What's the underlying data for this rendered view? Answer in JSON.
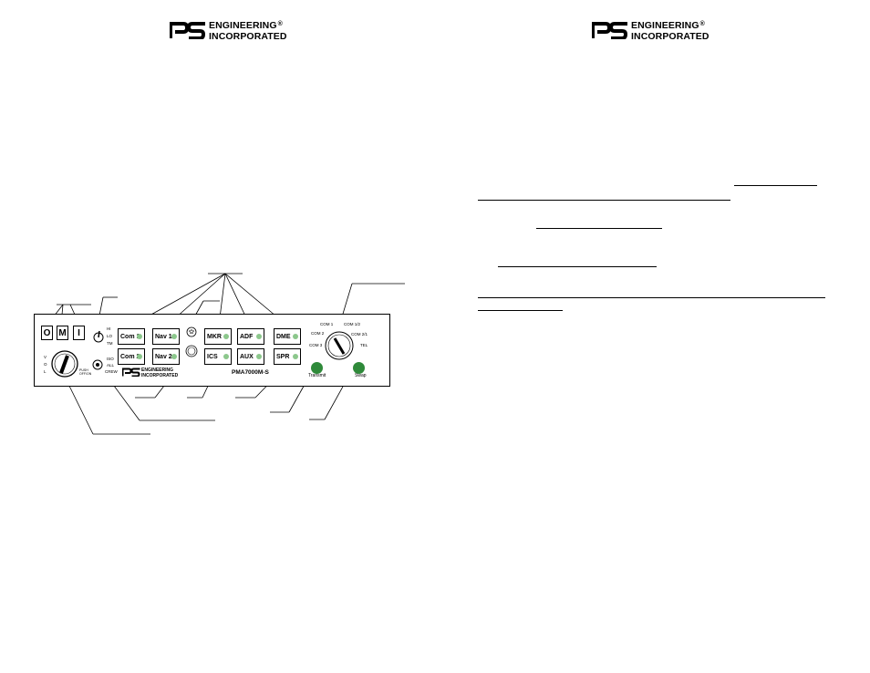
{
  "left_page": {
    "logo": {
      "line1": "ENGINEERING",
      "line2": "INCORPORATED",
      "reg": "®"
    },
    "figure": {
      "model_label": "PMA7000M-S",
      "omi_buttons": [
        "O",
        "M",
        "I"
      ],
      "vol_letters": [
        "V",
        "O",
        "L"
      ],
      "push_label": "PUSH\nOFF/ON",
      "mode_switch_labels": [
        "HI",
        "LO",
        "TM"
      ],
      "iso_labels": [
        "ISO",
        "ALL",
        "CREW"
      ],
      "audio_buttons_row1": [
        "Com 1",
        "Nav 1",
        "MKR",
        "ADF",
        "DME"
      ],
      "audio_buttons_row2": [
        "Com 2",
        "Nav 2",
        "ICS",
        "AUX",
        "SPR"
      ],
      "selector_positions": [
        "COM 1",
        "COM 1/2",
        "COM 2",
        "COM 2/1",
        "COM 3",
        "TEL"
      ],
      "transmit_label": "Transmit",
      "swap_label": "Swap",
      "panel_logo": {
        "line1": "ENGINEERING",
        "line2": "INCORPORATED"
      }
    }
  },
  "right_page": {
    "logo": {
      "line1": "ENGINEERING",
      "line2": "INCORPORATED",
      "reg": "®"
    }
  },
  "colors": {
    "led": "#8cc78c",
    "green_button": "#2f8a3a",
    "ink": "#000000"
  }
}
